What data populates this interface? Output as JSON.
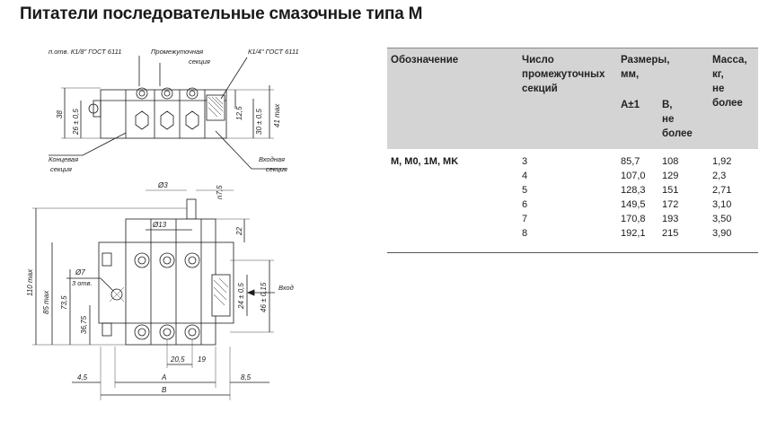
{
  "page": {
    "title": "Питатели последовательные смазочные типа М"
  },
  "drawing": {
    "labels": {
      "hole": "п.отв. К1/8\" ГОСТ 6111",
      "intermediate_line1": "Промежуточная",
      "intermediate_line2": "секция",
      "thread": "К1/4\" ГОСТ 6111",
      "end_line1": "Концевая",
      "end_line2": "секция",
      "inlet_line1": "Входная",
      "inlet_line2": "секция",
      "inlet": "Вход",
      "holes_count": "3 отв."
    },
    "dims": {
      "d38": "38",
      "d26": "26 ± 0,5",
      "d12": "12,5",
      "d30": "30 ± 0,5",
      "d41": "41 max",
      "phi3": "Ø3",
      "d7": "n7,5",
      "phi13": "Ø13",
      "d22": "22",
      "d110": "110 max",
      "d85": "85 max",
      "d73": "73,5",
      "d36": "36,75",
      "phi7": "Ø7",
      "d24": "24 ± 0,5",
      "d46": "46 ± 0,15",
      "d20": "20,5",
      "d19": "19",
      "d4": "4,5",
      "dA": "A",
      "dB": "B",
      "d8": "8,5"
    }
  },
  "table": {
    "headers": {
      "designation": "Обозначение",
      "sections": [
        "Число",
        "промежуточных",
        "секций"
      ],
      "sizes": [
        "Размеры,",
        "мм,"
      ],
      "a": "A±1",
      "b": [
        "B,",
        "не",
        "более"
      ],
      "mass": [
        "Масса,",
        "кг,",
        "не",
        "более"
      ]
    },
    "designation": "M, M0, 1M, MK",
    "rows": [
      {
        "sections": "3",
        "a": "85,7",
        "b": "108",
        "mass": "1,92"
      },
      {
        "sections": "4",
        "a": "107,0",
        "b": "129",
        "mass": "2,3"
      },
      {
        "sections": "5",
        "a": "128,3",
        "b": "151",
        "mass": "2,71"
      },
      {
        "sections": "6",
        "a": "149,5",
        "b": "172",
        "mass": "3,10"
      },
      {
        "sections": "7",
        "a": "170,8",
        "b": "193",
        "mass": "3,50"
      },
      {
        "sections": "8",
        "a": "192,1",
        "b": "215",
        "mass": "3,90"
      }
    ]
  }
}
